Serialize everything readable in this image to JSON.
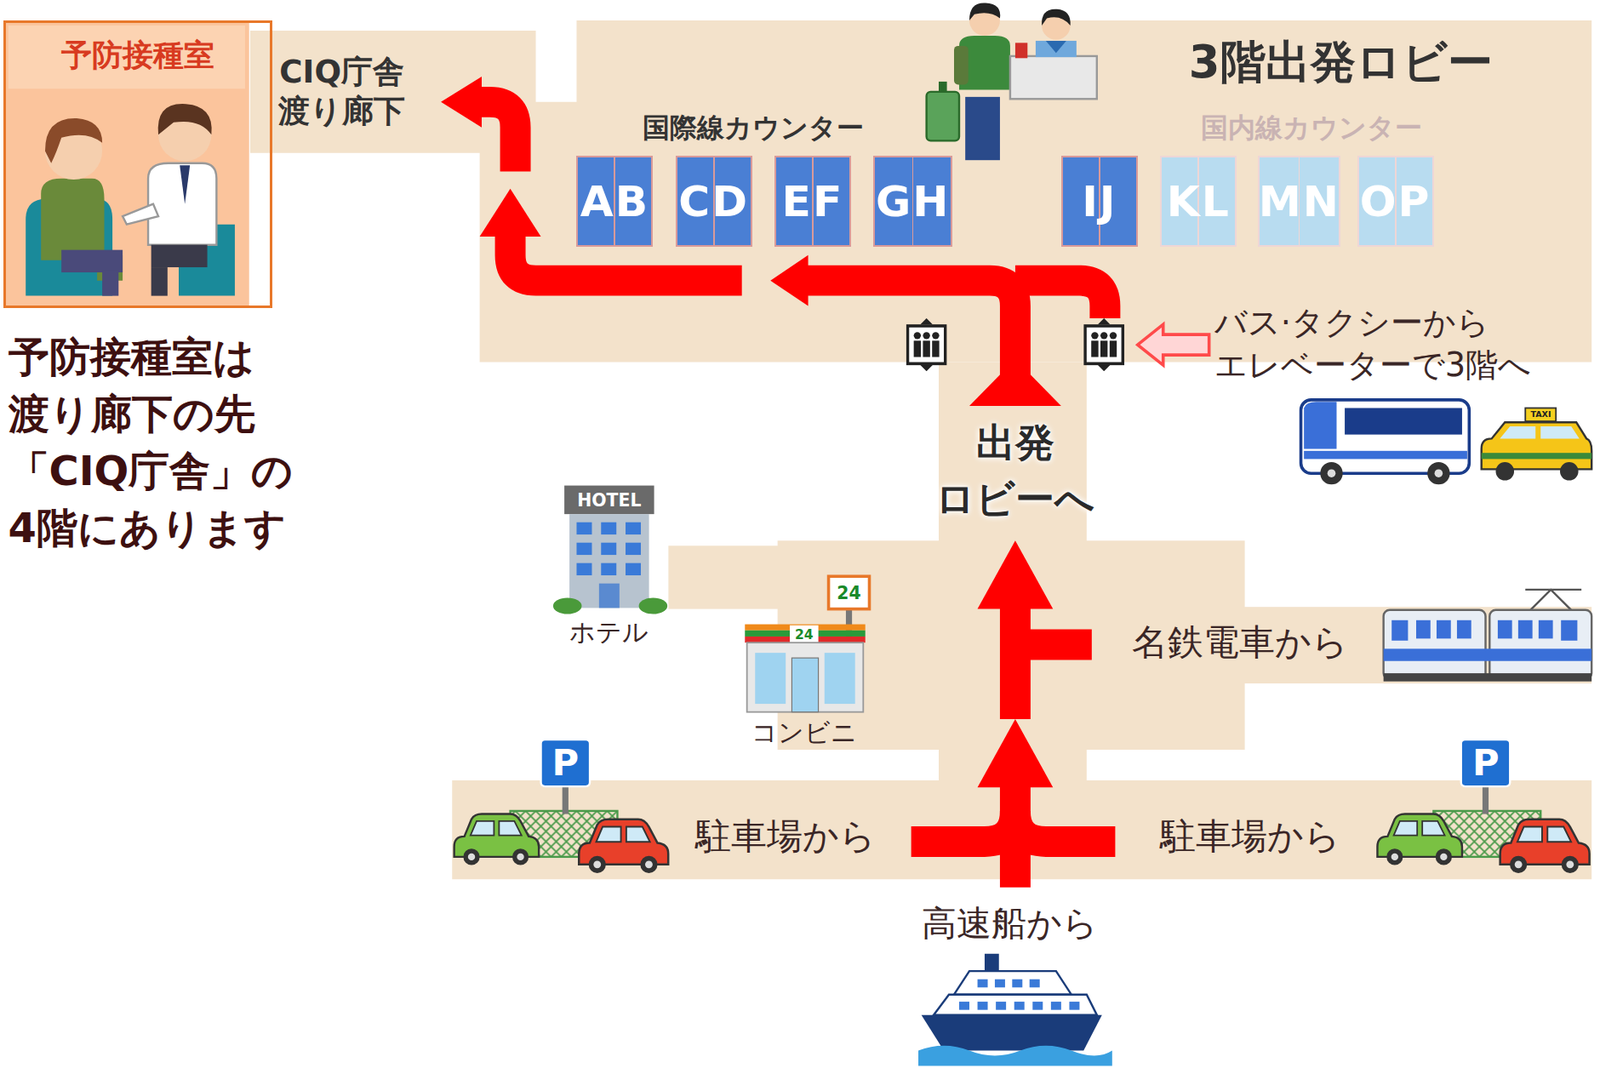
{
  "diagram": {
    "nodes": [
      {
        "text": [
          "予防接種室"
        ]
      },
      {
        "text": [
          "3階出発ロビー"
        ]
      },
      {
        "text": [
          "AB"
        ],
        "in": 1
      },
      {
        "text": [
          "CD"
        ],
        "in": 1
      },
      {
        "text": [
          "EF"
        ],
        "in": 1
      },
      {
        "text": [
          "GH"
        ],
        "in": 1
      },
      {
        "text": [
          "IJ"
        ],
        "in": 1
      },
      {
        "text": [
          "KL"
        ],
        "in": 1
      },
      {
        "text": [
          "MN"
        ],
        "in": 1
      },
      {
        "text": [
          "OP"
        ],
        "in": 1
      }
    ],
    "labels": [
      "CIQ庁舎 渡り廊下",
      "国際線カウンター",
      "国内線カウンター",
      "バス·タクシーから エレベーターで3階へ",
      "TAXI",
      "予防接種室は 渡り廊下の先 「CIQ庁舎」の 4階にあります",
      "出発 ロビーへ",
      "HOTEL",
      "ホテル",
      "24",
      "24",
      "コンビニ",
      "名鉄電車から",
      "P",
      "P",
      "駐車場から",
      "駐車場から",
      "高速船から"
    ]
  }
}
